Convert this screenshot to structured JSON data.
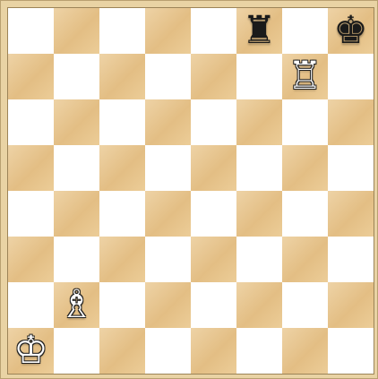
{
  "board": {
    "colors": {
      "light": "#ffffff",
      "dark": "#e8c590",
      "frame": "#e9d3a4"
    },
    "files": [
      "a",
      "b",
      "c",
      "d",
      "e",
      "f",
      "g",
      "h"
    ],
    "ranks": [
      8,
      7,
      6,
      5,
      4,
      3,
      2,
      1
    ],
    "pieces": [
      {
        "square": "f8",
        "color": "black",
        "type": "rook",
        "glyph": "♜"
      },
      {
        "square": "h8",
        "color": "black",
        "type": "king",
        "glyph": "♚"
      },
      {
        "square": "g7",
        "color": "white",
        "type": "rook",
        "glyph": "♖"
      },
      {
        "square": "b2",
        "color": "white",
        "type": "bishop",
        "glyph": "♗"
      },
      {
        "square": "a1",
        "color": "white",
        "type": "king",
        "glyph": "♔"
      }
    ]
  }
}
